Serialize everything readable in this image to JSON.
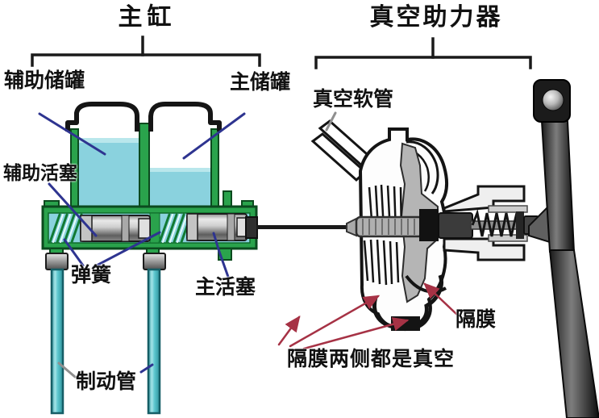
{
  "diagram": {
    "titles": {
      "master_cylinder": "主缸",
      "vacuum_booster": "真空助力器"
    },
    "labels": {
      "aux_reservoir": "辅助储罐",
      "main_reservoir": "主储罐",
      "aux_piston": "辅助活塞",
      "spring": "弹簧",
      "main_piston": "主活塞",
      "brake_pipe": "制动管",
      "vacuum_hose": "真空软管",
      "diaphragm": "隔膜",
      "vacuum_note": "隔膜两侧都是真空"
    },
    "colors": {
      "body_green": "#2aa34c",
      "body_green_dark": "#0b4a1e",
      "fluid_cyan": "#8ad2de",
      "pipe_teal": "#5cc6ce",
      "outline_black": "#141414",
      "leader_navy": "#2e3490",
      "leader_gray": "#8f8f8f",
      "arrow_red": "#a63245",
      "metal_gray": "#b5b5b5"
    }
  }
}
